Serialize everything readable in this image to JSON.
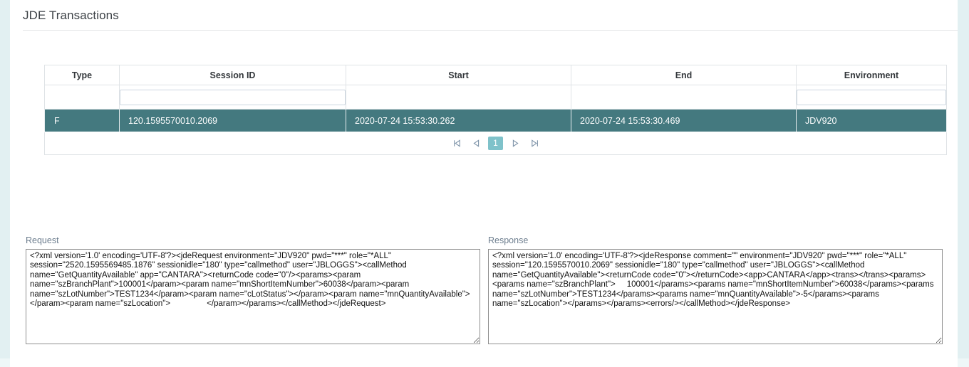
{
  "page": {
    "title": "JDE Transactions"
  },
  "grid": {
    "columns": [
      {
        "key": "type",
        "label": "Type",
        "filterable": false
      },
      {
        "key": "session_id",
        "label": "Session ID",
        "filterable": true
      },
      {
        "key": "start",
        "label": "Start",
        "filterable": false
      },
      {
        "key": "end",
        "label": "End",
        "filterable": false
      },
      {
        "key": "environment",
        "label": "Environment",
        "filterable": true
      }
    ],
    "filters": {
      "session_id": "",
      "environment": ""
    },
    "rows": [
      {
        "type": "F",
        "session_id": "120.1595570010.2069",
        "start": "2020-07-24 15:53:30.262",
        "end": "2020-07-24 15:53:30.469",
        "environment": "JDV920",
        "selected": true
      }
    ],
    "pager": {
      "first_label": "first-page",
      "prev_label": "previous-page",
      "current_page": "1",
      "next_label": "next-page",
      "last_label": "last-page"
    },
    "colors": {
      "selected_row_bg": "#44797f",
      "page_active_bg": "#7fc2ca",
      "pager_icon": "#7d93a8",
      "grid_border": "#dfe3e6"
    }
  },
  "panels": {
    "request": {
      "label": "Request",
      "value": "<?xml version='1.0' encoding='UTF-8'?><jdeRequest environment=\"JDV920\" pwd=\"***\" role=\"*ALL\" session=\"2520.1595569485.1876\" sessionidle=\"180\" type=\"callmethod\" user=\"JBLOGGS\"><callMethod name=\"GetQuantityAvailable\" app=\"CANTARA\"><returnCode code=\"0\"/><params><param name=\"szBranchPlant\">100001</param><param name=\"mnShortItemNumber\">60038</param><param name=\"szLotNumber\">TEST1234</param><param name=\"cLotStatus\"></param><param name=\"mnQuantityAvailable\"></param><param name=\"szLocation\">                </param></params></callMethod></jdeRequest>"
    },
    "response": {
      "label": "Response",
      "value": "<?xml version='1.0' encoding='UTF-8'?><jdeResponse comment=\"\" environment=\"JDV920\" pwd=\"***\" role=\"*ALL\" session=\"120.1595570010.2069\" sessionidle=\"180\" type=\"callmethod\" user=\"JBLOGGS\"><callMethod name=\"GetQuantityAvailable\"><returnCode code=\"0\"></returnCode><app>CANTARA</app><trans></trans><params><params name=\"szBranchPlant\">     100001</params><params name=\"mnShortItemNumber\">60038</params><params name=\"szLotNumber\">TEST1234</params><params name=\"mnQuantityAvailable\">-5</params><params name=\"szLocation\"></params></params><errors/></callMethod></jdeResponse>"
    }
  }
}
